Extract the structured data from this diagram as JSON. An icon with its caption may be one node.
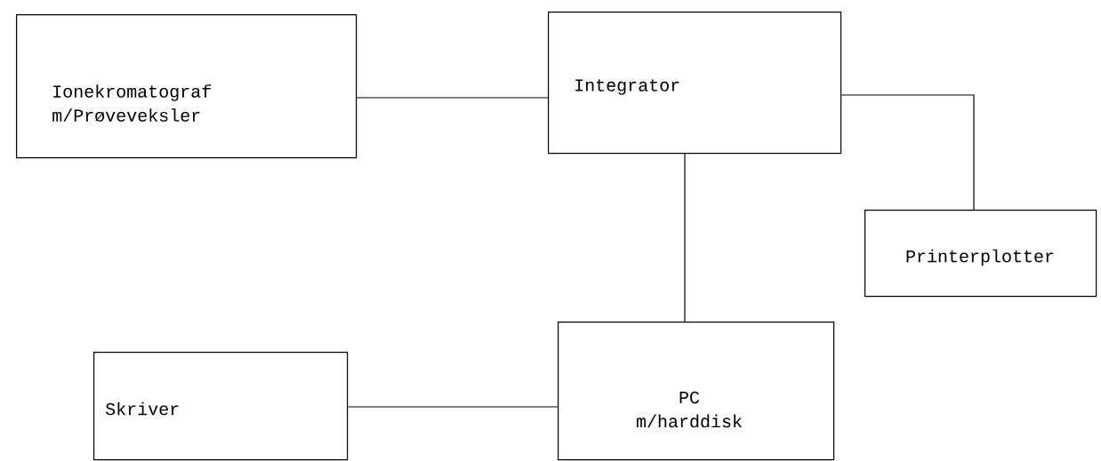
{
  "diagram": {
    "nodes": [
      {
        "text": [
          "Ionekromatograf m/Prøveveksler"
        ]
      },
      {
        "text": [
          "Integrator"
        ]
      },
      {
        "text": [
          "Printerplotter"
        ]
      },
      {
        "text": [
          "Skriver"
        ]
      },
      {
        "text": [
          "PC m/harddisk"
        ]
      }
    ],
    "edges": [
      {
        "from": 0,
        "to": 1,
        "arrow": "none"
      },
      {
        "from": 1,
        "to": 2,
        "arrow": "none"
      },
      {
        "from": 1,
        "to": 4,
        "arrow": "none"
      },
      {
        "from": 3,
        "to": 4,
        "arrow": "none"
      }
    ]
  }
}
